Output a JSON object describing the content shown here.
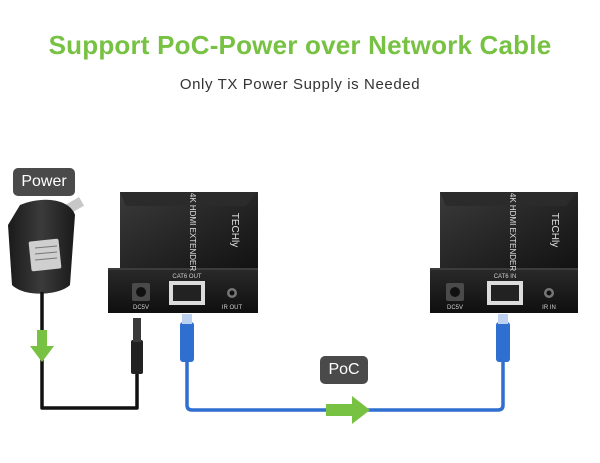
{
  "header": {
    "title": "Support PoC-Power over Network Cable",
    "subtitle": "Only TX Power Supply is Needed"
  },
  "labels": {
    "power": "Power",
    "poc": "PoC"
  },
  "tx_unit": {
    "model_text": "4K HDMI EXTENDER",
    "brand": "TECHly",
    "port_dc": "DC5V",
    "port_cat6": "CAT6 OUT",
    "port_ir": "IR OUT"
  },
  "rx_unit": {
    "model_text": "4K HDMI EXTENDER",
    "brand": "TECHly",
    "port_dc": "DC5V",
    "port_cat6": "CAT6 IN",
    "port_ir": "IR IN"
  },
  "colors": {
    "title": "#77c143",
    "arrow": "#77c143",
    "cable": "#2f6fd0",
    "device": "#1c1c1c",
    "tag_bg": "#4a4a4a"
  }
}
